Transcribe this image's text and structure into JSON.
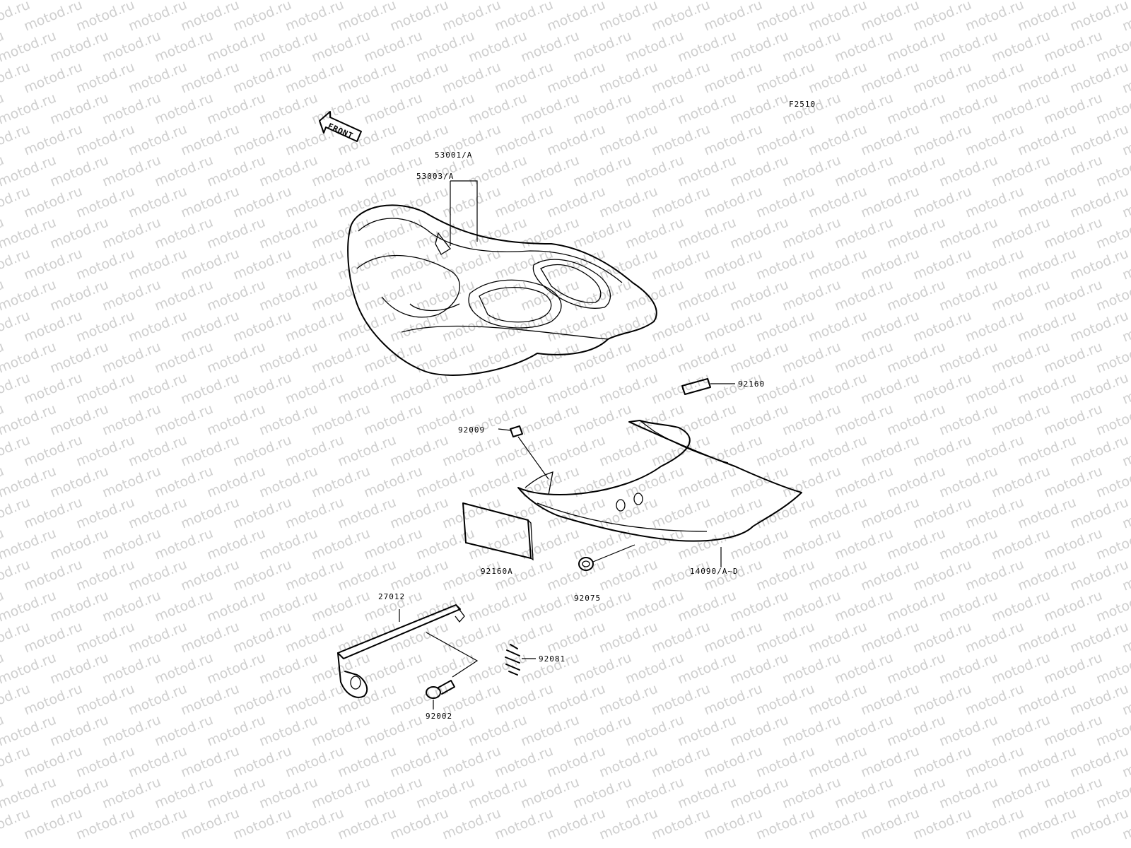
{
  "diagram": {
    "code": "F2510",
    "front_arrow_text": "FRONT",
    "watermark": "motod.ru",
    "parts": [
      {
        "id": "p53001",
        "number": "53001/A"
      },
      {
        "id": "p53003",
        "number": "53003/A"
      },
      {
        "id": "p92160",
        "number": "92160"
      },
      {
        "id": "p92009",
        "number": "92009"
      },
      {
        "id": "p92160A",
        "number": "92160A"
      },
      {
        "id": "p14090",
        "number": "14090/A~D"
      },
      {
        "id": "p92075",
        "number": "92075"
      },
      {
        "id": "p27012",
        "number": "27012"
      },
      {
        "id": "p92081",
        "number": "92081"
      },
      {
        "id": "p92002",
        "number": "92002"
      }
    ]
  }
}
